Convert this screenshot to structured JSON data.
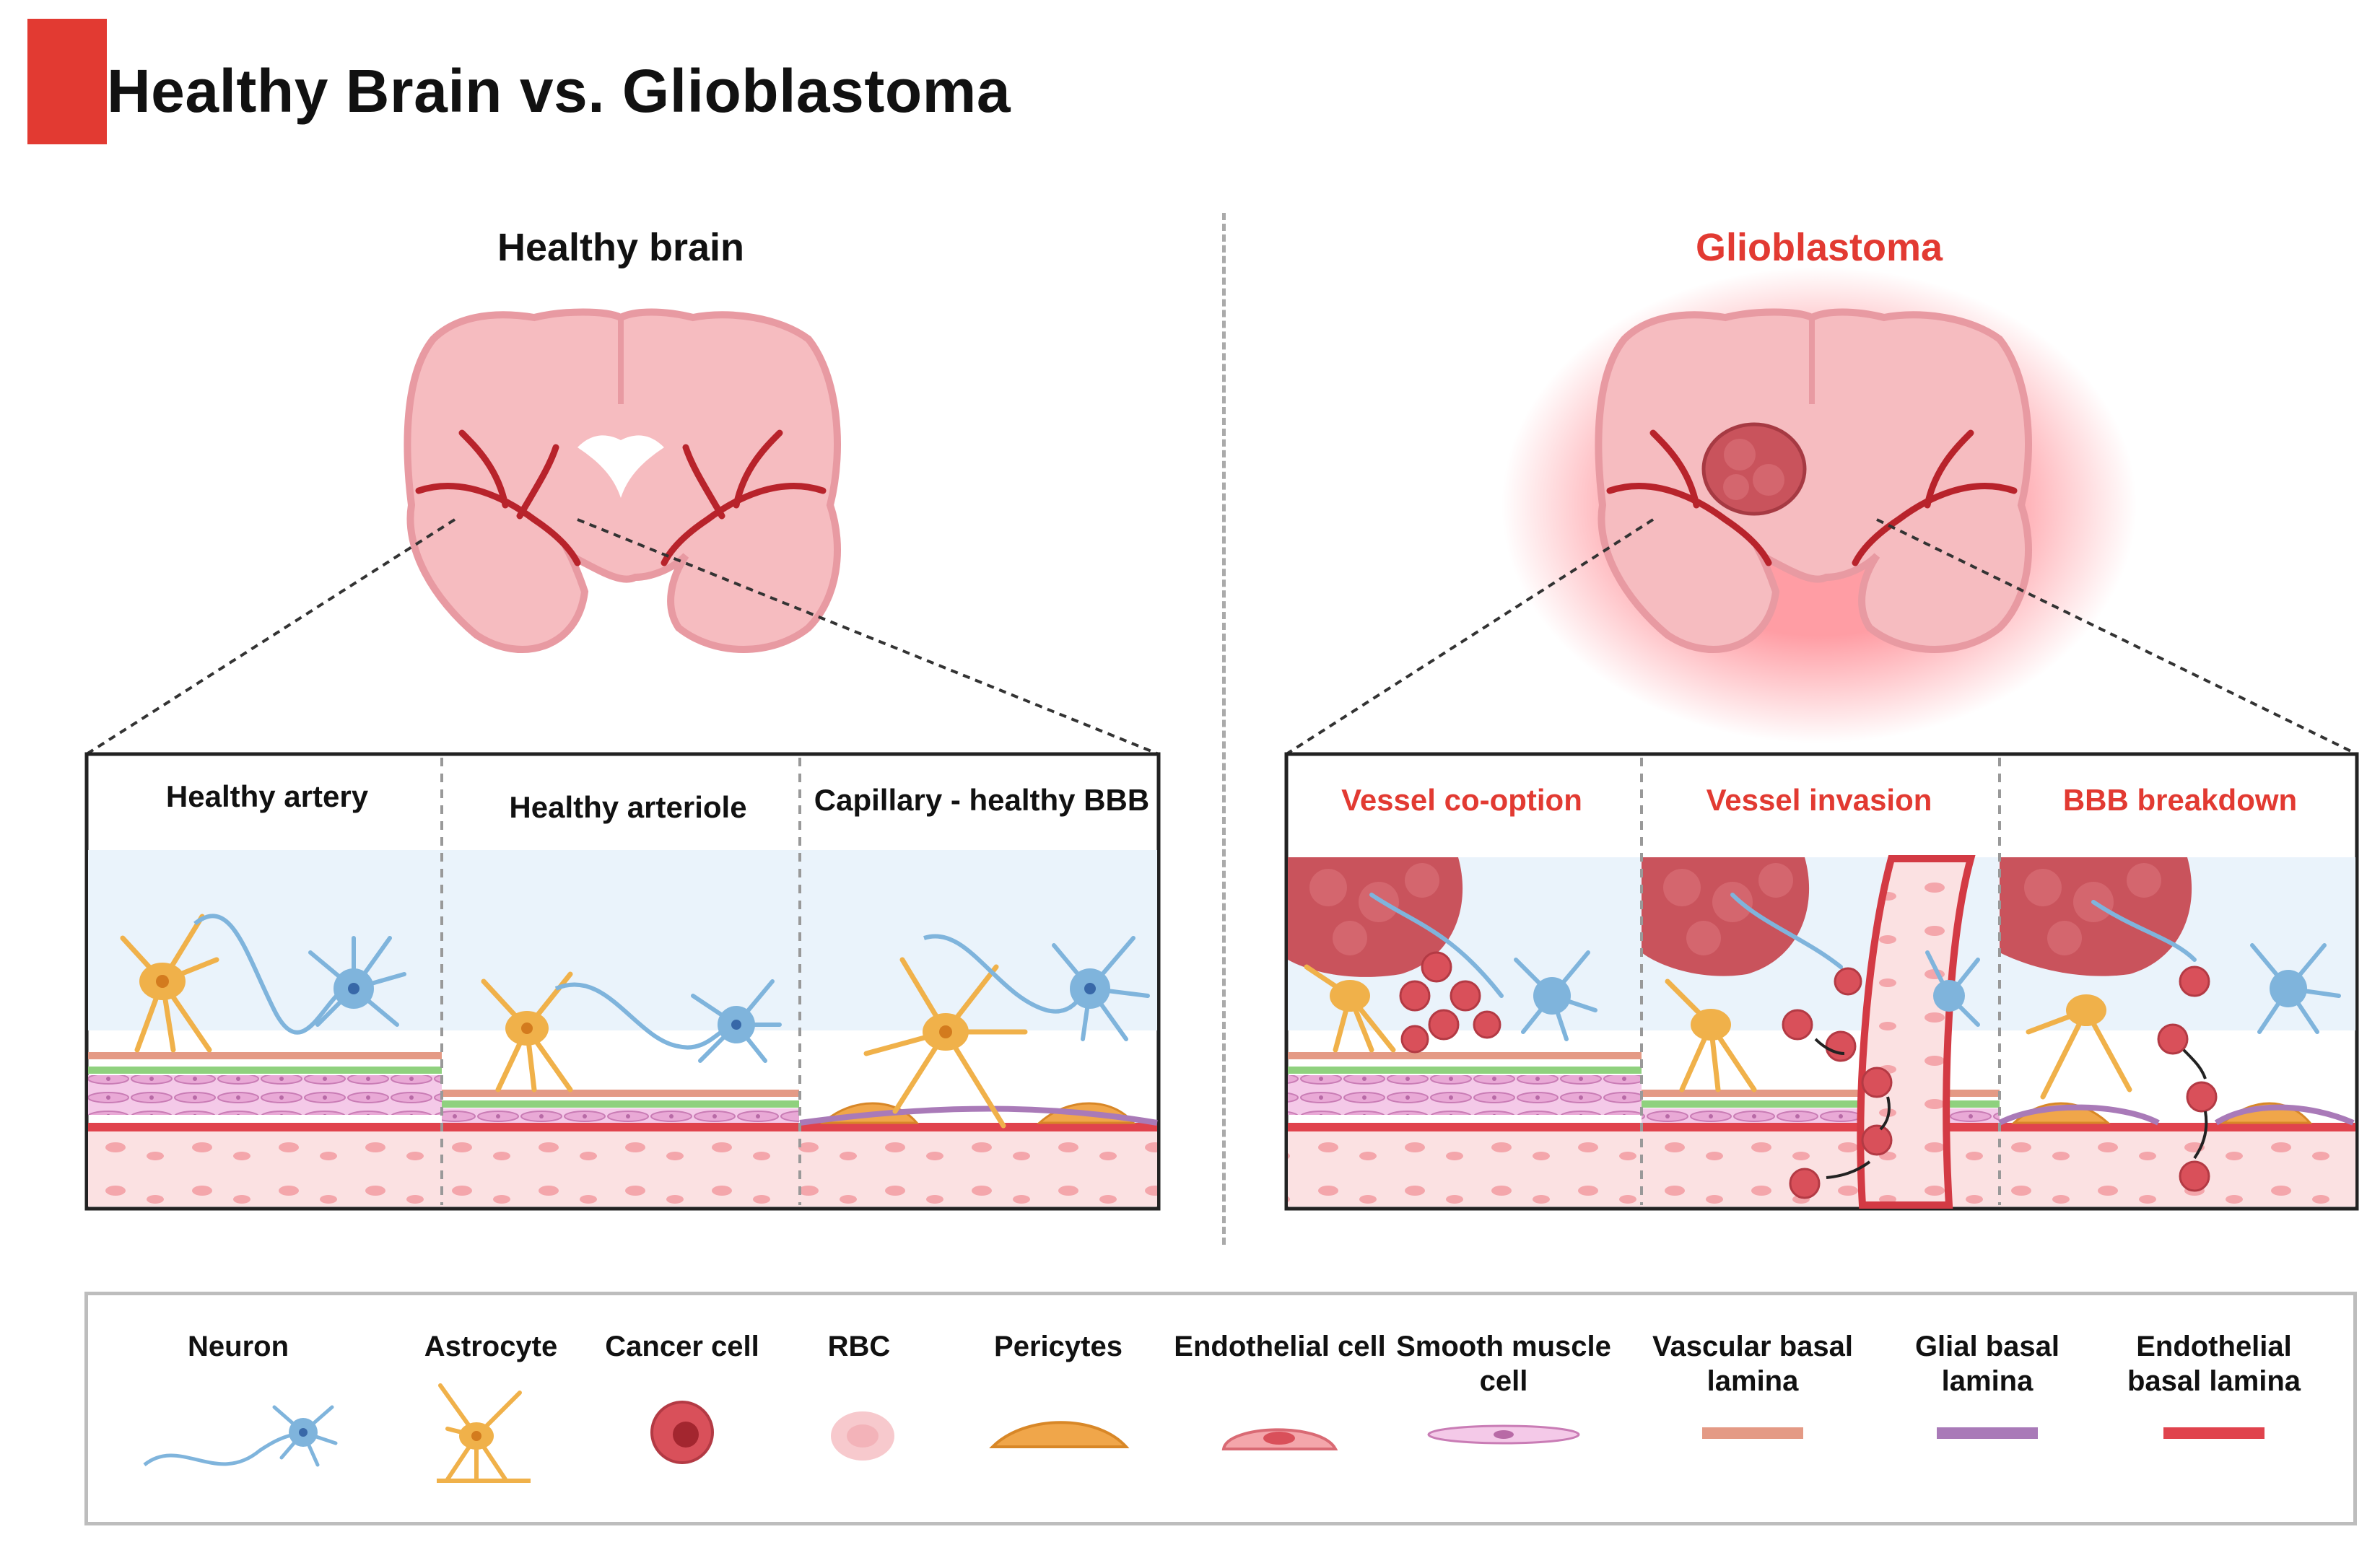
{
  "title": "Healthy Brain vs. Glioblastoma",
  "colors": {
    "accent_red": "#e23a32",
    "brain_pink": "#f6bcc0",
    "vessel_red": "#b8232b",
    "neuron_blue": "#7fb4dc",
    "astrocyte_orange": "#f0b14a",
    "tumor": "#c9535c",
    "smooth_muscle": "#e9a9d6"
  },
  "sections": {
    "healthy": {
      "title": "Healthy brain",
      "panels": [
        "Healthy artery",
        "Healthy arteriole",
        "Capillary - healthy BBB"
      ]
    },
    "glioblastoma": {
      "title": "Glioblastoma",
      "panels": [
        "Vessel co-option",
        "Vessel invasion",
        "BBB breakdown"
      ]
    }
  },
  "legend": [
    {
      "label": "Neuron",
      "icon": "neuron-icon"
    },
    {
      "label": "Astrocyte",
      "icon": "astrocyte-icon"
    },
    {
      "label": "Cancer cell",
      "icon": "cancer-cell-icon"
    },
    {
      "label": "RBC",
      "icon": "rbc-icon"
    },
    {
      "label": "Pericytes",
      "icon": "pericyte-icon"
    },
    {
      "label": "Endothelial cell",
      "icon": "endothelial-cell-icon"
    },
    {
      "label": "Smooth muscle cell",
      "icon": "smooth-muscle-cell-icon"
    },
    {
      "label": "Vascular basal lamina",
      "icon": "vascular-basal-lamina-icon"
    },
    {
      "label": "Glial basal lamina",
      "icon": "glial-basal-lamina-icon"
    },
    {
      "label": "Endothelial basal lamina",
      "icon": "endothelial-basal-lamina-icon"
    }
  ]
}
